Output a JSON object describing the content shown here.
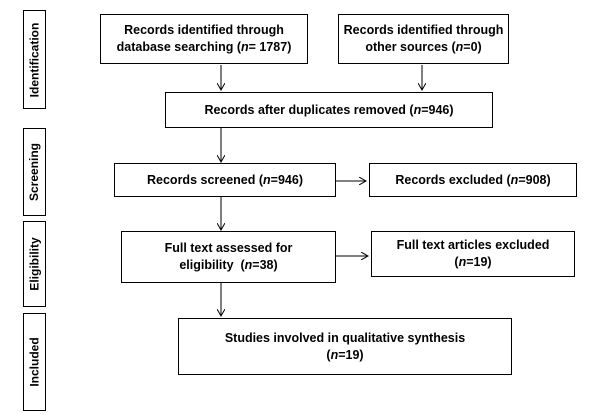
{
  "stages": [
    {
      "id": "identification",
      "label": "Identification"
    },
    {
      "id": "screening",
      "label": "Screening"
    },
    {
      "id": "eligibility",
      "label": "Eligibility"
    },
    {
      "id": "included",
      "label": "Included"
    }
  ],
  "boxes": {
    "db_search": {
      "line1": "Records identified through",
      "line2_pre": "database searching (",
      "n_label": "n",
      "line2_post": "= 1787)"
    },
    "other_sources": {
      "line1": "Records identified through",
      "line2_pre": "other sources (",
      "n_label": "n",
      "line2_post": "=0)"
    },
    "dup_removed": {
      "pre": "Records after duplicates removed (",
      "n_label": "n",
      "post": "=946)"
    },
    "screened": {
      "pre": "Records screened (",
      "n_label": "n",
      "post": "=946)"
    },
    "excluded": {
      "pre": "Records excluded (",
      "n_label": "n",
      "post": "=908)"
    },
    "fulltext": {
      "line1": "Full text assessed for",
      "line2_pre": "eligibility  (",
      "n_label": "n",
      "line2_post": "=38)"
    },
    "ft_excluded": {
      "line1": "Full text articles excluded",
      "line2_pre": "(",
      "n_label": "n",
      "line2_post": "=19)"
    },
    "synthesis": {
      "line1": "Studies involved in qualitative synthesis",
      "line2_pre": "(",
      "n_label": "n",
      "line2_post": "=19)"
    }
  }
}
